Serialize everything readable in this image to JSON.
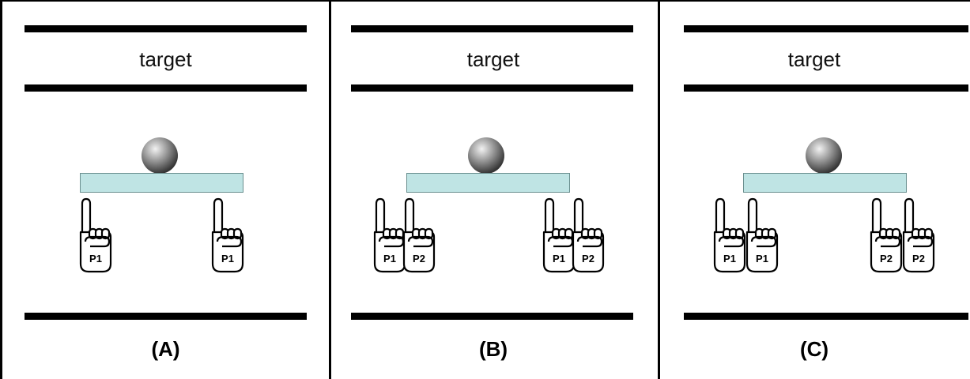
{
  "panels": [
    {
      "id": "A",
      "target_label": "target",
      "caption": "(A)",
      "hands": [
        "P1",
        "P1"
      ]
    },
    {
      "id": "B",
      "target_label": "target",
      "caption": "(B)",
      "hands": [
        "P1",
        "P2",
        "P1",
        "P2"
      ]
    },
    {
      "id": "C",
      "target_label": "target",
      "caption": "(C)",
      "hands": [
        "P1",
        "P1",
        "P2",
        "P2"
      ]
    }
  ],
  "colors": {
    "board": "#bfe4e4",
    "bar": "#000000",
    "ball": "#555555"
  }
}
